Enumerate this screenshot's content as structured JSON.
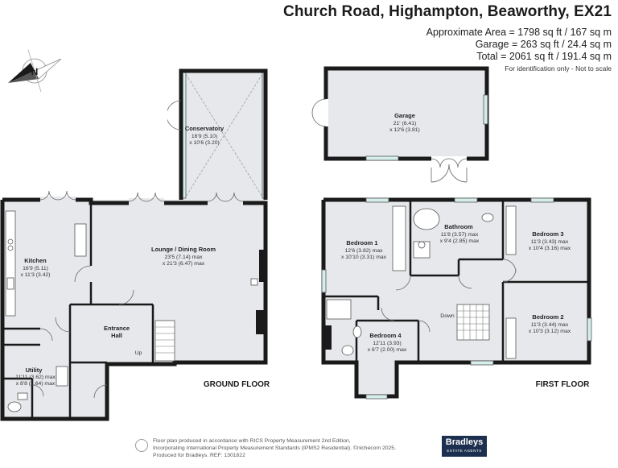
{
  "header": {
    "title": "Church Road, Highampton, Beaworthy, EX21",
    "area_approx": "Approximate Area = 1798 sq ft / 167 sq m",
    "area_garage": "Garage = 263 sq ft / 24.4 sq m",
    "area_total": "Total = 2061 sq ft / 191.4 sq m",
    "note": "For identification only - Not to scale"
  },
  "compass": {
    "label": "N"
  },
  "ground_floor": {
    "label": "GROUND FLOOR",
    "conservatory": {
      "name": "Conservatory",
      "dim1": "16'9 (5.10)",
      "dim2": "x 10'6 (3.20)"
    },
    "lounge": {
      "name": "Lounge / Dining Room",
      "dim1": "23'5 (7.14) max",
      "dim2": "x 21'3 (6.47) max"
    },
    "kitchen": {
      "name": "Kitchen",
      "dim1": "16'9 (5.11)",
      "dim2": "x 11'3 (3.42)"
    },
    "hall": {
      "name1": "Entrance",
      "name2": "Hall",
      "up": "Up"
    },
    "utility": {
      "name": "Utility",
      "dim1": "11'11 (3.62) max",
      "dim2": "x 8'8 (2.64) max"
    }
  },
  "garage": {
    "name": "Garage",
    "dim1": "21' (6.41)",
    "dim2": "x 12'6 (3.81)"
  },
  "first_floor": {
    "label": "FIRST FLOOR",
    "bedroom1": {
      "name": "Bedroom 1",
      "dim1": "12'6 (3.82) max",
      "dim2": "x 10'10 (3.31) max"
    },
    "bathroom": {
      "name": "Bathroom",
      "dim1": "11'8 (3.57) max",
      "dim2": "x 9'4 (2.85) max"
    },
    "bedroom3": {
      "name": "Bedroom 3",
      "dim1": "11'3 (3.43) max",
      "dim2": "x 10'4 (3.16) max"
    },
    "bedroom2": {
      "name": "Bedroom 2",
      "dim1": "11'3 (3.44) max",
      "dim2": "x 10'3 (3.12) max"
    },
    "bedroom4": {
      "name": "Bedroom 4",
      "dim1": "12'11 (3.93)",
      "dim2": "x 6'7 (2.00) max"
    },
    "down": "Down"
  },
  "footer": {
    "line1": "Floor plan produced in accordance with RICS Property Measurement 2nd Edition,",
    "line2": "Incorporating International Property Measurement Standards (IPMS2 Residential). ©nichecom 2025.",
    "line3": "Produced for Bradleys.   REF:  1301822"
  },
  "agent": {
    "name": "Bradleys",
    "tagline": "ESTATE AGENTS"
  },
  "colors": {
    "wall": "#1a1a1a",
    "floor": "#e6e8eb",
    "glass": "#cfe9e6",
    "badge": "#1c2f4e"
  }
}
